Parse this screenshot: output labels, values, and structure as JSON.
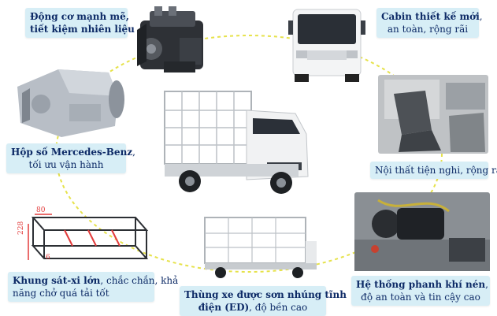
{
  "callouts": {
    "engine": {
      "bold": "Động cơ mạnh mẽ,",
      "bold2": "tiết kiệm nhiên liệu"
    },
    "cabin": {
      "bold": "Cabin thiết kế mới",
      "rest": ",",
      "line2": "an toàn, rộng rãi"
    },
    "gearbox": {
      "bold": "Hộp số Mercedes-Benz",
      "rest": ",",
      "line2": "tối ưu vận hành"
    },
    "interior": {
      "line1": "Nội thất tiện nghi, rộng rãi"
    },
    "chassis": {
      "bold": "Khung sát-xi lớn",
      "rest": ", chắc chắn, khả",
      "line2": "năng chở quá tải tốt"
    },
    "body": {
      "bold": "Thùng xe được sơn nhúng tĩnh",
      "bold2": "điện (ED)",
      "rest2": ", độ bền cao"
    },
    "brake": {
      "bold": "Hệ thống phanh khí nén",
      "rest": ",",
      "line2": "độ an toàn và tin cậy cao"
    }
  },
  "chassis_dims": {
    "width": "80",
    "height": "228",
    "thickness": "6"
  },
  "colors": {
    "callout_bg": "#d7eef6",
    "text": "#0d2a66",
    "dash": "#e6e24a"
  }
}
